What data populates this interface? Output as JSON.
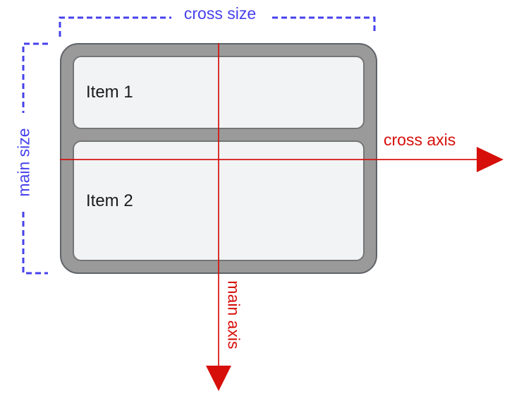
{
  "labels": {
    "cross_size": "cross size",
    "main_size": "main size",
    "cross_axis": "cross axis",
    "main_axis": "main axis"
  },
  "flex_container": {
    "items": [
      {
        "label": "Item 1"
      },
      {
        "label": "Item 2"
      }
    ]
  },
  "colors": {
    "size_annotation": "#4641ec",
    "axis_annotation": "#d60f0a",
    "container_fill": "#9a9a9a",
    "container_stroke": "#5f6368",
    "item_fill": "#f1f3f4",
    "item_stroke": "#757575",
    "item_text": "#1b1b1b",
    "background": "#ffffff"
  }
}
